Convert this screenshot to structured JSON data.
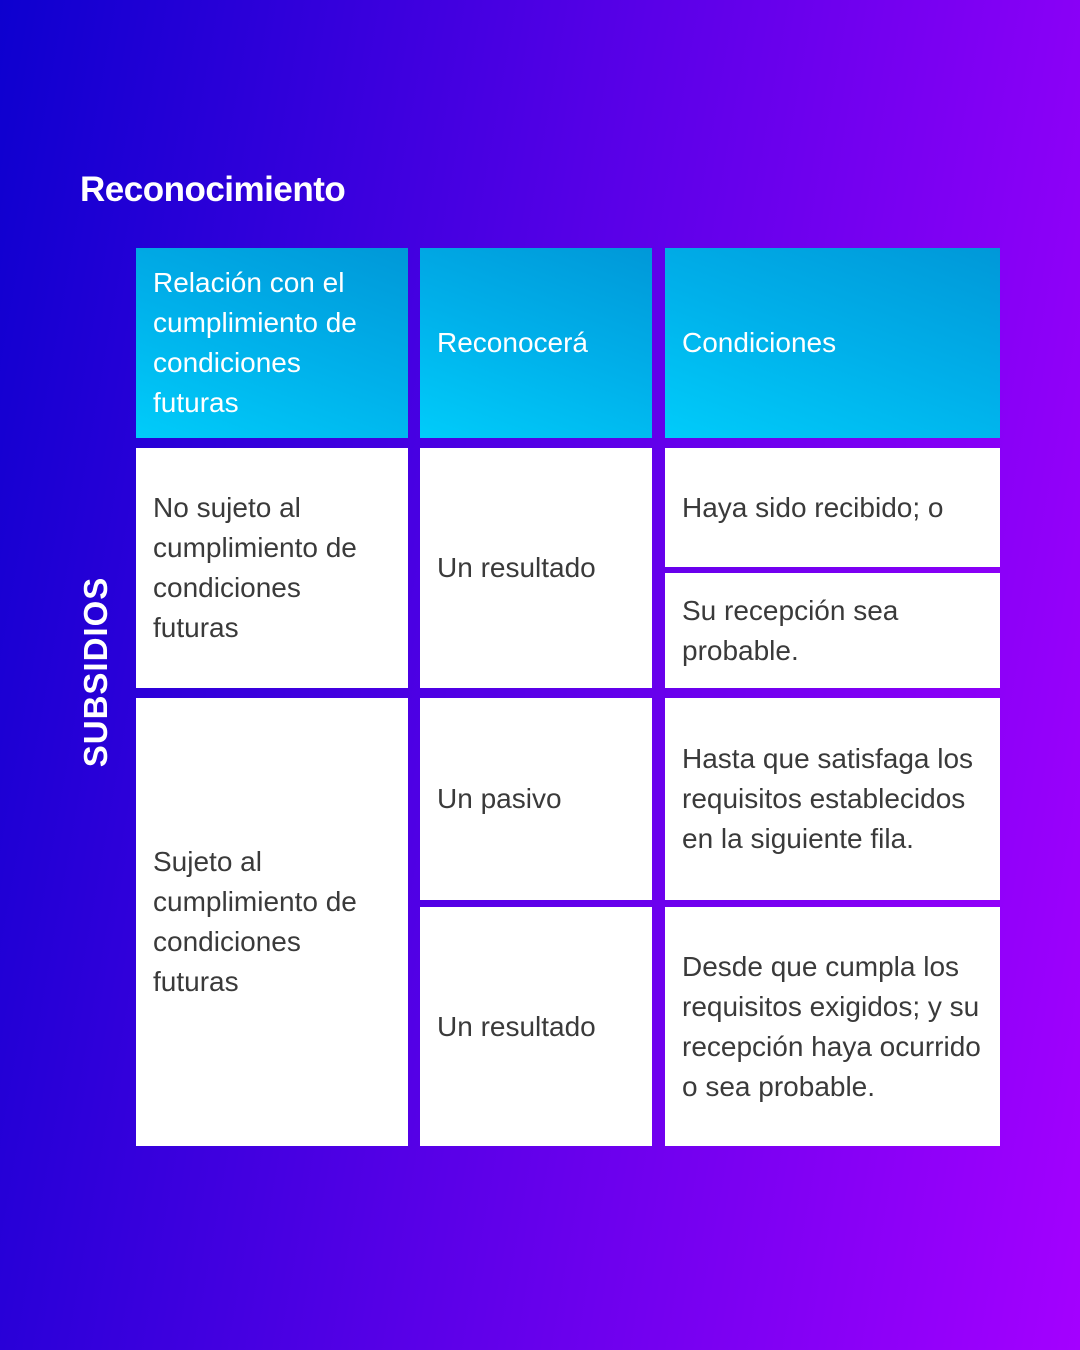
{
  "title": "Reconocimiento",
  "side_label": "SUBSIDIOS",
  "headers": [
    "Relación con el cumplimiento de condiciones futuras",
    "Reconocerá",
    "Condiciones"
  ],
  "rows": [
    {
      "relation": "No sujeto al cumplimiento de condiciones futuras",
      "recognize": "Un resultado",
      "conditions": [
        "Haya sido recibido; o",
        "Su recepción sea probable."
      ]
    },
    {
      "relation": "Sujeto al cumplimiento de condiciones futuras",
      "recognize": [
        "Un pasivo",
        "Un resultado"
      ],
      "conditions": [
        "Hasta que satisfaga los requisitos establecidos en la siguiente fila.",
        "Desde que cumpla los requisitos exigidos; y su recepción haya ocurrido o sea probable."
      ]
    }
  ]
}
